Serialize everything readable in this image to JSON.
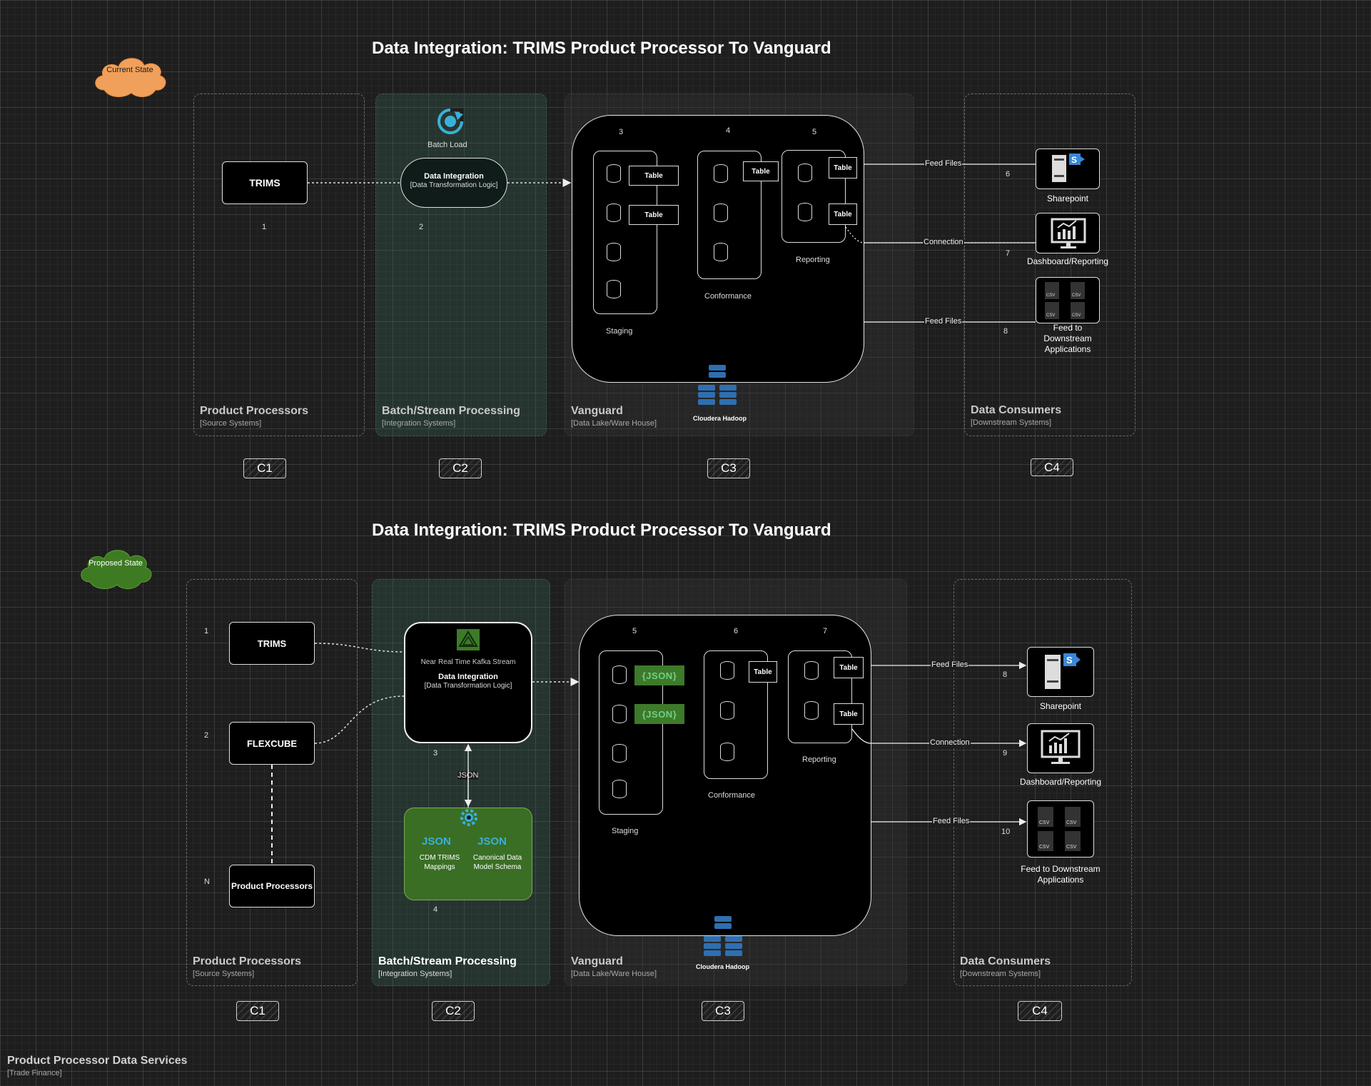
{
  "current": {
    "title": "Data Integration: TRIMS Product Processor To Vanguard",
    "state_label": "Current State",
    "c1": {
      "title": "Product Processors",
      "sub": "[Source Systems]",
      "tag": "C1"
    },
    "c2": {
      "title": "Batch/Stream Processing",
      "sub": "[Integration Systems]",
      "tag": "C2"
    },
    "c3": {
      "title": "Vanguard",
      "sub": "[Data Lake/Ware House]",
      "tag": "C3"
    },
    "c4": {
      "title": "Data Consumers",
      "sub": "[Downstream Systems]",
      "tag": "C4"
    },
    "trims": "TRIMS",
    "num1": "1",
    "batch_load": "Batch Load",
    "di_title": "Data Integration",
    "di_sub": "[Data Transformation Logic]",
    "num2": "2",
    "num3": "3",
    "num4": "4",
    "num5": "5",
    "staging": "Staging",
    "conformance": "Conformance",
    "reporting": "Reporting",
    "table": "Table",
    "hadoop": "Cloudera Hadoop",
    "feed_files": "Feed Files",
    "connection": "Connection",
    "num6": "6",
    "num7": "7",
    "num8": "8",
    "sharepoint": "Sharepoint",
    "dashboard": "Dashboard/Reporting",
    "feed_downstream": "Feed to Downstream Applications",
    "csv": "CSV"
  },
  "proposed": {
    "title": "Data Integration: TRIMS Product Processor To Vanguard",
    "state_label": "Proposed State",
    "c1": {
      "title": "Product Processors",
      "sub": "[Source Systems]",
      "tag": "C1"
    },
    "c2": {
      "title": "Batch/Stream Processing",
      "sub": "[Integration Systems]",
      "tag": "C2"
    },
    "c3": {
      "title": "Vanguard",
      "sub": "[Data Lake/Ware House]",
      "tag": "C3"
    },
    "c4": {
      "title": "Data Consumers",
      "sub": "[Downstream Systems]",
      "tag": "C4"
    },
    "trims": "TRIMS",
    "flexcube": "FLEXCUBE",
    "product_processors": "Product Processors",
    "num1": "1",
    "num2": "2",
    "numN": "N",
    "kafka": "Near Real Time Kafka Stream",
    "di_title": "Data Integration",
    "di_sub": "[Data Transformation Logic]",
    "num3": "3",
    "json_edge": "JSON",
    "num4": "4",
    "json_badge": "JSON",
    "json_tag": "{JSON}",
    "cdm_trims": "CDM TRIMS Mappings",
    "canonical": "Canonical Data Model Schema",
    "num5": "5",
    "num6": "6",
    "num7": "7",
    "staging": "Staging",
    "conformance": "Conformance",
    "reporting": "Reporting",
    "table": "Table",
    "hadoop": "Cloudera Hadoop",
    "feed_files": "Feed Files",
    "connection": "Connection",
    "num8": "8",
    "num9": "9",
    "num10": "10",
    "sharepoint": "Sharepoint",
    "dashboard": "Dashboard/Reporting",
    "feed_downstream": "Feed to Downstream Applications",
    "csv": "CSV"
  },
  "footer": {
    "title": "Product Processor Data Services",
    "sub": "[Trade Finance]"
  },
  "colors": {
    "cloud_current": "#f0a05a",
    "cloud_proposed": "#3d7a22",
    "hadoop": "#2f6fb0",
    "sharepoint": "#3a86d8",
    "json_green": "#3d7a2a"
  }
}
